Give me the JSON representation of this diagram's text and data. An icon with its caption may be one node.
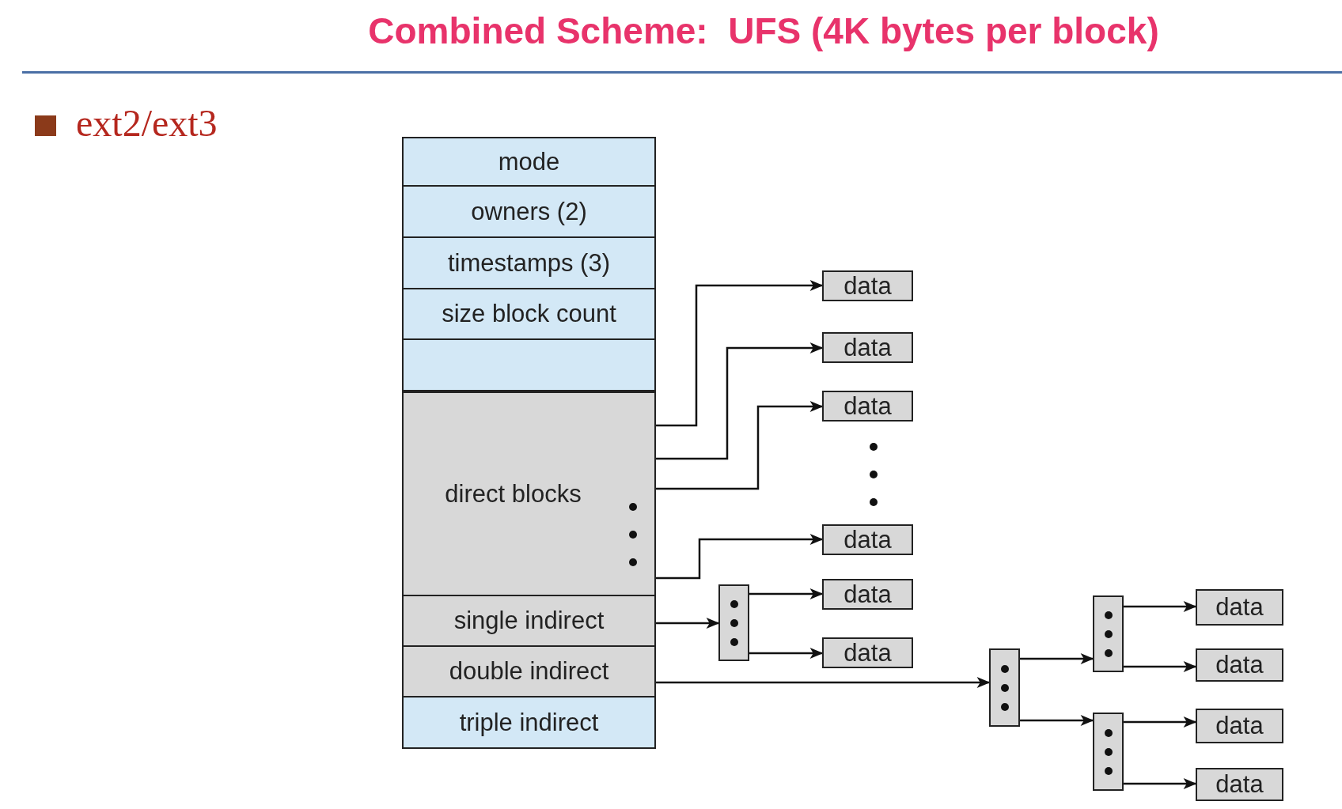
{
  "diagram": {
    "title": "Combined Scheme:  UFS (4K bytes per block)",
    "nodes": [
      {
        "text": [
          "mode"
        ]
      },
      {
        "text": [
          "owners (2)"
        ]
      },
      {
        "text": [
          "timestamps (3)"
        ]
      },
      {
        "text": [
          "size block count"
        ]
      },
      {
        "text": [],
        "shape": "box"
      },
      {
        "text": [
          "direct blocks"
        ]
      },
      {
        "text": [
          "single indirect"
        ]
      },
      {
        "text": [
          "double indirect"
        ]
      },
      {
        "text": [
          "triple indirect"
        ]
      },
      {
        "text": [
          "data"
        ]
      },
      {
        "text": [
          "data"
        ]
      },
      {
        "text": [
          "data"
        ]
      },
      {
        "text": [
          "data"
        ]
      },
      {
        "text": [],
        "shape": "box"
      },
      {
        "text": [
          "data"
        ]
      },
      {
        "text": [
          "data"
        ]
      },
      {
        "text": [],
        "shape": "box"
      },
      {
        "text": [],
        "shape": "box"
      },
      {
        "text": [],
        "shape": "box"
      },
      {
        "text": [
          "data"
        ]
      },
      {
        "text": [
          "data"
        ]
      },
      {
        "text": [
          "data"
        ]
      },
      {
        "text": [
          "data"
        ]
      }
    ],
    "edges": [
      {
        "from": 5,
        "to": 9,
        "arrow": "to"
      },
      {
        "from": 5,
        "to": 10,
        "arrow": "to"
      },
      {
        "from": 5,
        "to": 11,
        "arrow": "to"
      },
      {
        "from": 5,
        "to": 12,
        "arrow": "to"
      },
      {
        "from": 6,
        "to": 13,
        "arrow": "to"
      },
      {
        "from": 13,
        "to": 14,
        "arrow": "to"
      },
      {
        "from": 13,
        "to": 15,
        "arrow": "to"
      },
      {
        "from": 7,
        "to": 16,
        "arrow": "to"
      },
      {
        "from": 16,
        "to": 17,
        "arrow": "to"
      },
      {
        "from": 16,
        "to": 18,
        "arrow": "to"
      },
      {
        "from": 17,
        "to": 19,
        "arrow": "to"
      },
      {
        "from": 17,
        "to": 20,
        "arrow": "to"
      },
      {
        "from": 18,
        "to": 21,
        "arrow": "to"
      },
      {
        "from": 18,
        "to": 22,
        "arrow": "to"
      }
    ],
    "labels": [
      "ext2/ext3"
    ]
  }
}
